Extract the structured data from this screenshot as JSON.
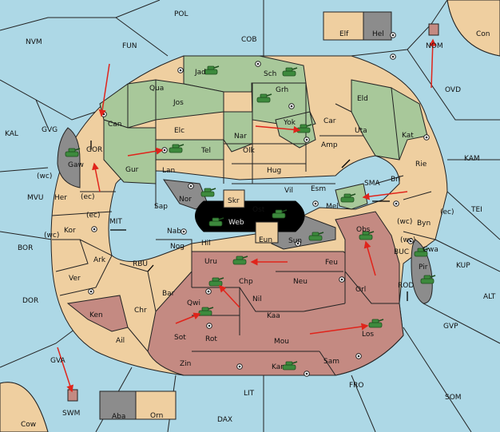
{
  "colors": {
    "sea": "#add8e6",
    "neutral": "#efcfa0",
    "green": "#a8c89a",
    "red": "#c48a82",
    "grey": "#8c8c8c",
    "black": "#000000",
    "arrow": "#e0241b",
    "unit": "#3d8a3d"
  },
  "sea_labels": {
    "pol": "POL",
    "nvm": "NVM",
    "fun": "FUN",
    "cob": "COB",
    "nom": "NOM",
    "con": "Con",
    "ovd": "OVD",
    "kal": "KAL",
    "gvg": "GVG",
    "kam": "KAM",
    "mvu": "MVU",
    "tei": "TEI",
    "bor": "BOR",
    "mit": "MIT",
    "rbu": "RBU",
    "buc": "BUC",
    "kup": "KUP",
    "rod": "ROD",
    "alt": "ALT",
    "dor": "DOR",
    "gvp": "GVP",
    "gva": "GVA",
    "fro": "FRO",
    "som": "SOM",
    "swm": "SWM",
    "lit": "LIT",
    "dax": "DAX",
    "cow": "Cow",
    "sma": "SMA",
    "wc1": "(wc)",
    "ec1": "(ec)",
    "ec2": "(ec)",
    "wc2": "(wc)",
    "wc3": "(wc)",
    "ec3": "(ec)",
    "wc4": "(wc)"
  },
  "land_labels": {
    "elf": "Elf",
    "hel": "Hel",
    "jad": "Jad",
    "sch": "Sch",
    "qua": "Qua",
    "grh": "Grh",
    "eld": "Eld",
    "jos": "Jos",
    "can": "Can",
    "yok": "Yok",
    "car": "Car",
    "uta": "Uta",
    "kat": "Kat",
    "elc": "Elc",
    "nar": "Nar",
    "amp": "Amp",
    "gor": "GOR",
    "gaw": "Gaw",
    "tel": "Tel",
    "olk": "Olk",
    "rie": "Rie",
    "gur": "Gur",
    "lan": "Lan",
    "hug": "Hug",
    "bri": "Bri",
    "esm": "Esm",
    "vil": "Vil",
    "skr": "Skr",
    "ost": "Ost",
    "nor": "Nor",
    "sap": "Sap",
    "web": "Web",
    "mel": "Mel",
    "byn": "Byn",
    "her": "Her",
    "kor": "Kor",
    "nab": "Nab",
    "hil": "Hil",
    "eun": "Eun",
    "sun": "Sun",
    "obs": "Obs",
    "gwa": "Gwa",
    "nog": "Nog",
    "ark": "Ark",
    "uru": "Uru",
    "feu": "Feu",
    "pir": "Pir",
    "ver": "Ver",
    "chp": "Chp",
    "neu": "Neu",
    "bar": "Bar",
    "orl": "Orl",
    "qwi": "Qwi",
    "nil": "Nil",
    "chr": "Chr",
    "ken": "Ken",
    "kaa": "Kaa",
    "sot": "Sot",
    "rot": "Rot",
    "mou": "Mou",
    "los": "Los",
    "ail": "Ail",
    "zin": "Zin",
    "sam": "Sam",
    "kar": "Kar",
    "aba": "Aba",
    "orn": "Orn"
  }
}
